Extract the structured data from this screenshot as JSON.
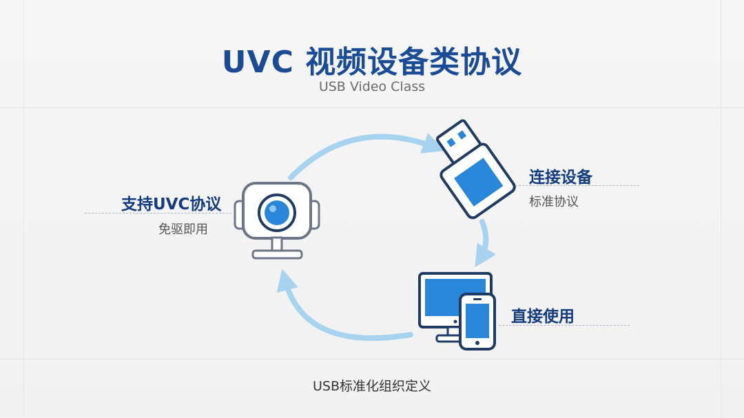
{
  "title": "UVC 视频设备类协议",
  "subtitle": "USB Video Class",
  "steps": [
    {
      "title": "支持UVC协议",
      "sub": "免驱即用"
    },
    {
      "title": "连接设备",
      "sub": "标准协议"
    },
    {
      "title": "直接使用"
    }
  ],
  "footer": "USB标准化组织定义",
  "colors": {
    "title": "#1a4b97",
    "arrow": "#a8d3f0",
    "icon_outline": "#1f3b64",
    "icon_fill": "#2a86d8"
  },
  "icons": [
    "webcam-icon",
    "usb-drive-icon",
    "desktop-monitor-icon",
    "smartphone-icon"
  ]
}
